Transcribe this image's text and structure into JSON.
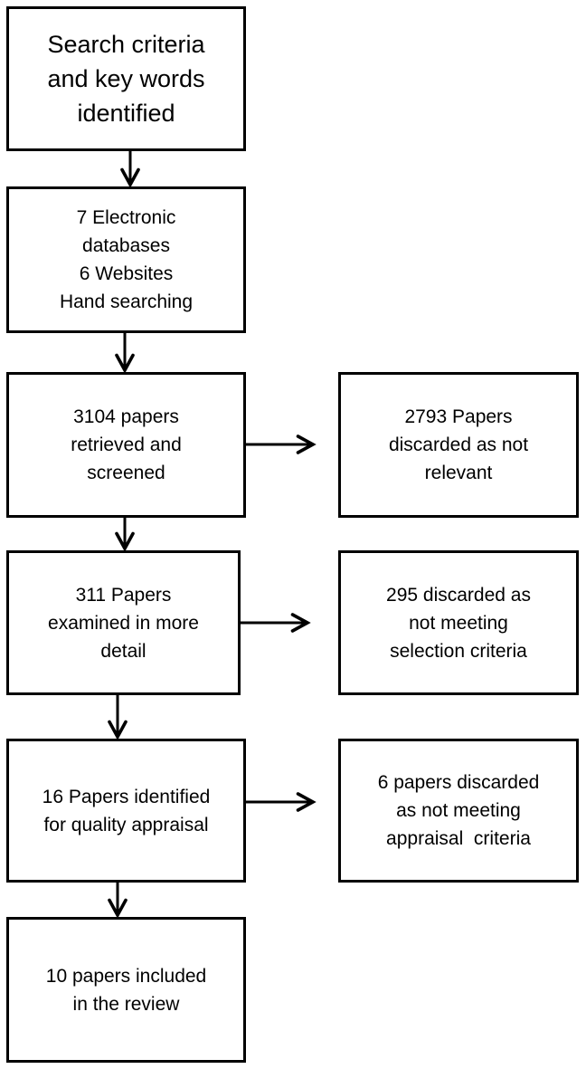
{
  "flow": {
    "step1": {
      "lines": [
        "Search criteria",
        "and key words",
        "identified"
      ]
    },
    "step2": {
      "lines": [
        "7 Electronic",
        "databases",
        "6 Websites",
        "Hand searching"
      ]
    },
    "step3": {
      "lines": [
        "3104 papers",
        "retrieved and",
        "screened"
      ]
    },
    "step4": {
      "lines": [
        "311 Papers",
        "examined in more",
        "detail"
      ]
    },
    "step5": {
      "lines": [
        "16 Papers identified",
        "for quality appraisal"
      ]
    },
    "step6": {
      "lines": [
        "10 papers included",
        "in the review"
      ]
    }
  },
  "excluded": {
    "ex1": {
      "lines": [
        "2793 Papers",
        "discarded as not",
        "relevant"
      ]
    },
    "ex2": {
      "lines": [
        "295 discarded as",
        "not meeting",
        "selection criteria"
      ]
    },
    "ex3": {
      "lines": [
        "6 papers discarded",
        "as not meeting",
        "appraisal  criteria"
      ]
    }
  }
}
